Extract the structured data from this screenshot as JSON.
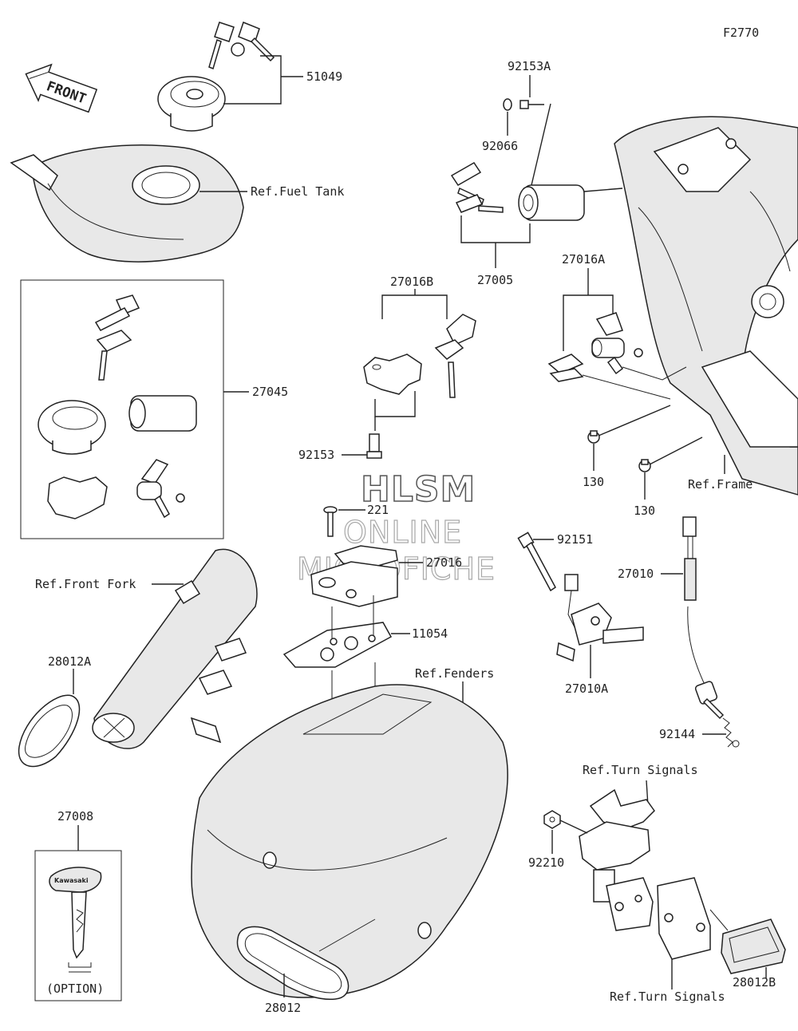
{
  "figure_code": "F2770",
  "front_label": "FRONT",
  "watermark": {
    "line1": "HLSM",
    "line2": "ONLINE",
    "line3": "MICROFICHE"
  },
  "part_labels": [
    "51049",
    "92153A",
    "92066",
    "Ref.Fuel Tank",
    "27005",
    "27016B",
    "27016A",
    "27045",
    "92153",
    "130",
    "130",
    "Ref.Frame",
    "221",
    "92151",
    "27016",
    "27010",
    "Ref.Front Fork",
    "11054",
    "27010A",
    "28012A",
    "Ref.Fenders",
    "92144",
    "Ref.Turn Signals",
    "27008",
    "92210",
    "28012B",
    "(OPTION)",
    "Ref.Turn Signals",
    "28012"
  ],
  "key_brand": "Kawasaki"
}
